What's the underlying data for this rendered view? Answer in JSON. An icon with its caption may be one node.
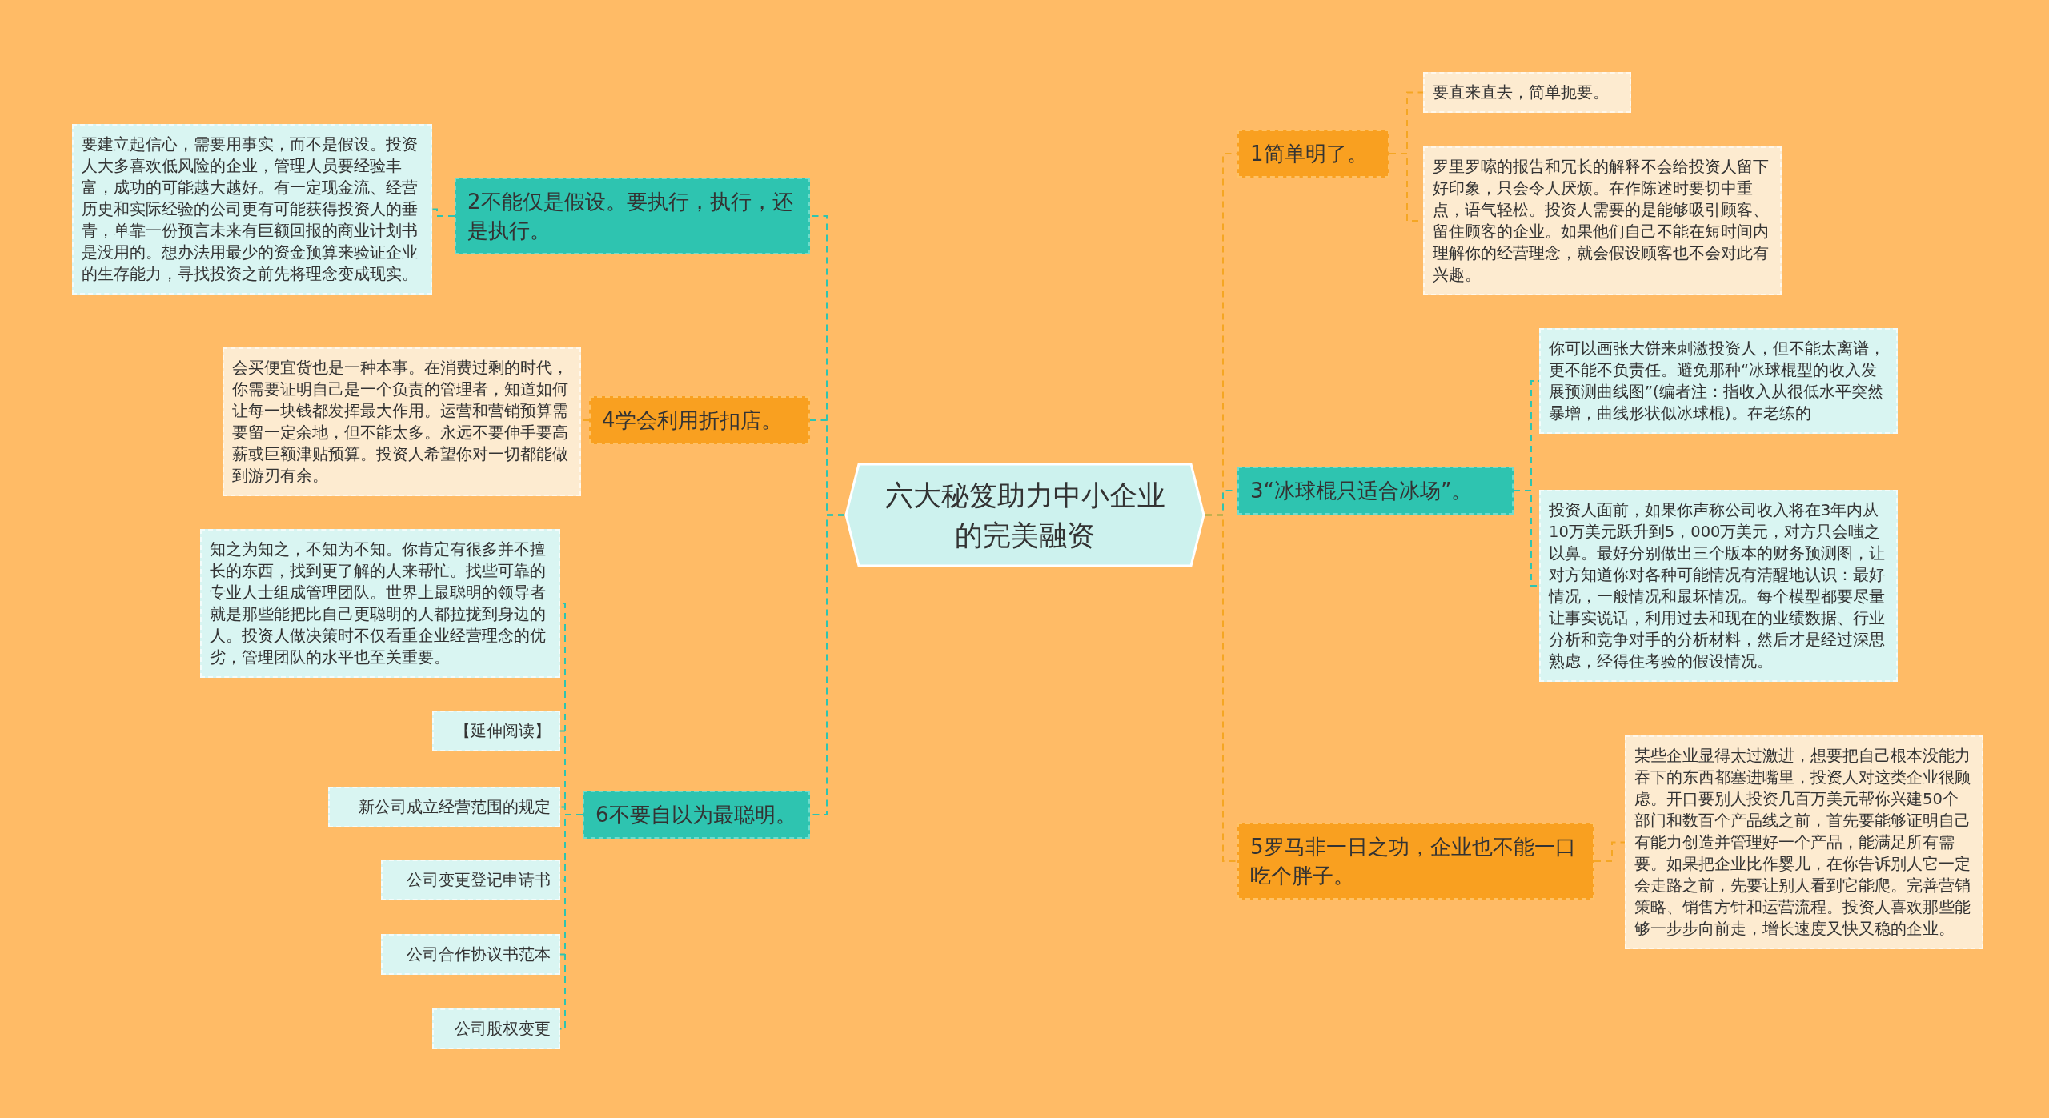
{
  "diagram": {
    "nodes": [
      {
        "text": [
          "六大秘笈助力中小企业的完美融资"
        ]
      },
      {
        "text": [
          "2不能仅是假设。要执行，执行，还是执行。"
        ]
      },
      {
        "text": [
          "要建立起信心，需要用事实，而不是假设。投资人大多喜欢低风险的企业，管理人员要经验丰富，成功的可能越大越好。有一定现金流、经营历史和实际经验的公司更有可能获得投资人的垂青，单靠一份预言未来有巨额回报的商业计划书是没用的。想办法用最少的资金预算来验证企业的生存能力，寻找投资之前先将理念变成现实。"
        ]
      },
      {
        "text": [
          "4学会利用折扣店。"
        ]
      },
      {
        "text": [
          "会买便宜货也是一种本事。在消费过剩的时代，你需要证明自己是一个负责的管理者，知道如何让每一块钱都发挥最大作用。运营和营销预算需要留一定余地，但不能太多。永远不要伸手要高薪或巨额津贴预算。投资人希望你对一切都能做到游刃有余。"
        ]
      },
      {
        "text": [
          "6不要自以为最聪明。"
        ]
      },
      {
        "text": [
          "知之为知之，不知为不知。你肯定有很多并不擅长的东西，找到更了解的人来帮忙。找些可靠的专业人士组成管理团队。世界上最聪明的领导者就是那些能把比自己更聪明的人都拉拢到身边的人。投资人做决策时不仅看重企业经营理念的优劣，管理团队的水平也至关重要。"
        ]
      },
      {
        "text": [
          "【延伸阅读】"
        ]
      },
      {
        "text": [
          "新公司成立经营范围的规定"
        ]
      },
      {
        "text": [
          "公司变更登记申请书"
        ]
      },
      {
        "text": [
          "公司合作协议书范本"
        ]
      },
      {
        "text": [
          "公司股权变更"
        ]
      },
      {
        "text": [
          "1简单明了。"
        ]
      },
      {
        "text": [
          "要直来直去，简单扼要。"
        ]
      },
      {
        "text": [
          "罗里罗嗦的报告和冗长的解释不会给投资人留下好印象，只会令人厌烦。在作陈述时要切中重点，语气轻松。投资人需要的是能够吸引顾客、留住顾客的企业。如果他们自己不能在短时间内理解你的经营理念，就会假设顾客也不会对此有兴趣。"
        ]
      },
      {
        "text": [
          "3“冰球棍只适合冰场”。"
        ]
      },
      {
        "text": [
          "你可以画张大饼来刺激投资人，但不能太离谱，更不能不负责任。避免那种“冰球棍型的收入发展预测曲线图”(编者注：指收入从很低水平突然暴增，曲线形状似冰球棍)。在老练的"
        ]
      },
      {
        "text": [
          "投资人面前，如果你声称公司收入将在3年内从10万美元跃升到5，000万美元，对方只会嗤之以鼻。最好分别做出三个版本的财务预测图，让对方知道你对各种可能情况有清醒地认识：最好情况，一般情况和最坏情况。每个模型都要尽量让事实说话，利用过去和现在的业绩数据、行业分析和竞争对手的分析材料，然后才是经过深思熟虑，经得住考验的假设情况。"
        ]
      },
      {
        "text": [
          "5罗马非一日之功，企业也不能一口吃个胖子。"
        ]
      },
      {
        "text": [
          "某些企业显得太过激进，想要把自己根本没能力吞下的东西都塞进嘴里，投资人对这类企业很顾虑。开口要别人投资几百万美元帮你兴建50个部门和数百个产品线之前，首先要能够证明自己有能力创造并管理好一个产品，能满足所有需要。如果把企业比作婴儿，在你告诉别人它一定会走路之前，先要让别人看到它能爬。完善营销策略、销售方针和运营流程。投资人喜欢那些能够一步步向前走，增长速度又快又稳的企业。"
        ]
      }
    ],
    "edges": [
      {
        "from": 0,
        "to": 1,
        "arrow": "none",
        "style": "dashed"
      },
      {
        "from": 1,
        "to": 2,
        "arrow": "none",
        "style": "dashed"
      },
      {
        "from": 0,
        "to": 3,
        "arrow": "none",
        "style": "dashed"
      },
      {
        "from": 3,
        "to": 4,
        "arrow": "none",
        "style": "dashed",
        "color": "#f5a623"
      },
      {
        "from": 0,
        "to": 5,
        "arrow": "none",
        "style": "dashed"
      },
      {
        "from": 5,
        "to": 6,
        "arrow": "none",
        "style": "dashed"
      },
      {
        "from": 5,
        "to": 7,
        "arrow": "none",
        "style": "dashed"
      },
      {
        "from": 5,
        "to": 8,
        "arrow": "none",
        "style": "dashed"
      },
      {
        "from": 5,
        "to": 9,
        "arrow": "none",
        "style": "dashed"
      },
      {
        "from": 5,
        "to": 10,
        "arrow": "none",
        "style": "dashed"
      },
      {
        "from": 5,
        "to": 11,
        "arrow": "none",
        "style": "dashed"
      },
      {
        "from": 0,
        "to": 12,
        "arrow": "none",
        "style": "dashed",
        "color": "#f5a623"
      },
      {
        "from": 12,
        "to": 13,
        "arrow": "none",
        "style": "dashed",
        "color": "#f5a623"
      },
      {
        "from": 12,
        "to": 14,
        "arrow": "none",
        "style": "dashed",
        "color": "#f5a623"
      },
      {
        "from": 0,
        "to": 15,
        "arrow": "none",
        "style": "dashed"
      },
      {
        "from": 15,
        "to": 16,
        "arrow": "none",
        "style": "dashed"
      },
      {
        "from": 15,
        "to": 17,
        "arrow": "none",
        "style": "dashed"
      },
      {
        "from": 0,
        "to": 18,
        "arrow": "none",
        "style": "dashed",
        "color": "#f5a623"
      },
      {
        "from": 18,
        "to": 19,
        "arrow": "none",
        "style": "dashed",
        "color": "#f5a623"
      }
    ]
  }
}
